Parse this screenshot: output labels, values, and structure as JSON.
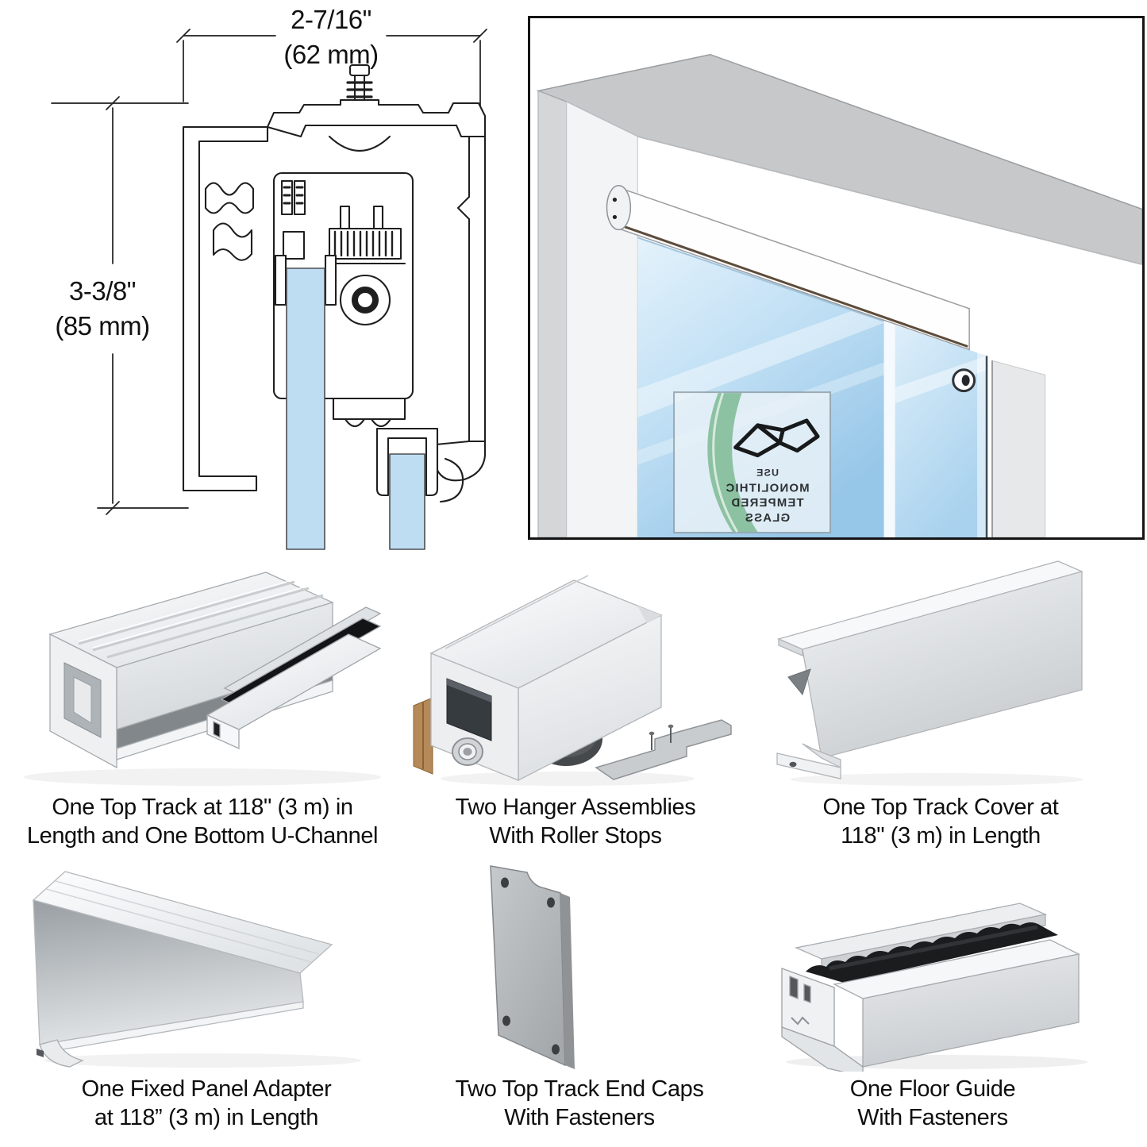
{
  "cross_section": {
    "width_in": "2-7/16\"",
    "width_mm": "(62 mm)",
    "height_in": "3-3/8\"",
    "height_mm": "(85 mm)"
  },
  "door": {
    "glass_label_lines": [
      "USE",
      "MONOLITHIC",
      "TEMPERED",
      "GLASS"
    ]
  },
  "components": [
    {
      "name": "top-track-and-u-channel",
      "caption": "One Top Track at 118\" (3 m) in\nLength and One Bottom U-Channel"
    },
    {
      "name": "hanger-assemblies",
      "caption": "Two Hanger Assemblies\nWith Roller Stops"
    },
    {
      "name": "top-track-cover",
      "caption": "One Top Track Cover at\n118\" (3 m) in Length"
    },
    {
      "name": "fixed-panel-adapter",
      "caption": "One Fixed Panel Adapter\nat 118” (3 m) in Length"
    },
    {
      "name": "top-track-end-caps",
      "caption": "Two Top Track End Caps\nWith Fasteners"
    },
    {
      "name": "floor-guide",
      "caption": "One Floor Guide\nWith Fasteners"
    }
  ],
  "colors": {
    "glass_blue": "#bfddf2",
    "door_glass_light": "#e4f2fb",
    "door_glass_deep": "#96c6e8",
    "metal_light": "#f4f6f7",
    "metal_mid": "#d5d9dc",
    "frame_gray": "#c6c8ca",
    "label_green": "#83bd99",
    "line_black": "#1f1f1f"
  }
}
